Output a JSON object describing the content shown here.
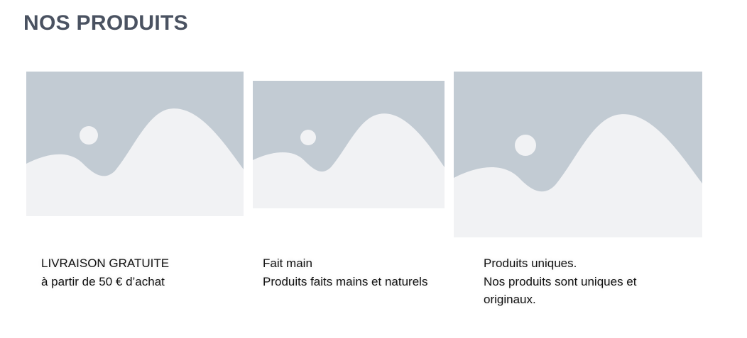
{
  "section": {
    "title": "NOS PRODUITS"
  },
  "colors": {
    "placeholder_sky": "#c2cbd3",
    "placeholder_ground": "#f1f2f4",
    "title": "#4a5261"
  },
  "products": [
    {
      "image_icon": "image-placeholder",
      "line1": "LIVRAISON GRATUITE",
      "line2": "à partir de 50 € d’achat"
    },
    {
      "image_icon": "image-placeholder",
      "line1": "Fait main",
      "line2": "Produits faits mains et naturels"
    },
    {
      "image_icon": "image-placeholder",
      "line1": "Produits uniques.",
      "line2": "Nos produits sont uniques et originaux."
    }
  ]
}
